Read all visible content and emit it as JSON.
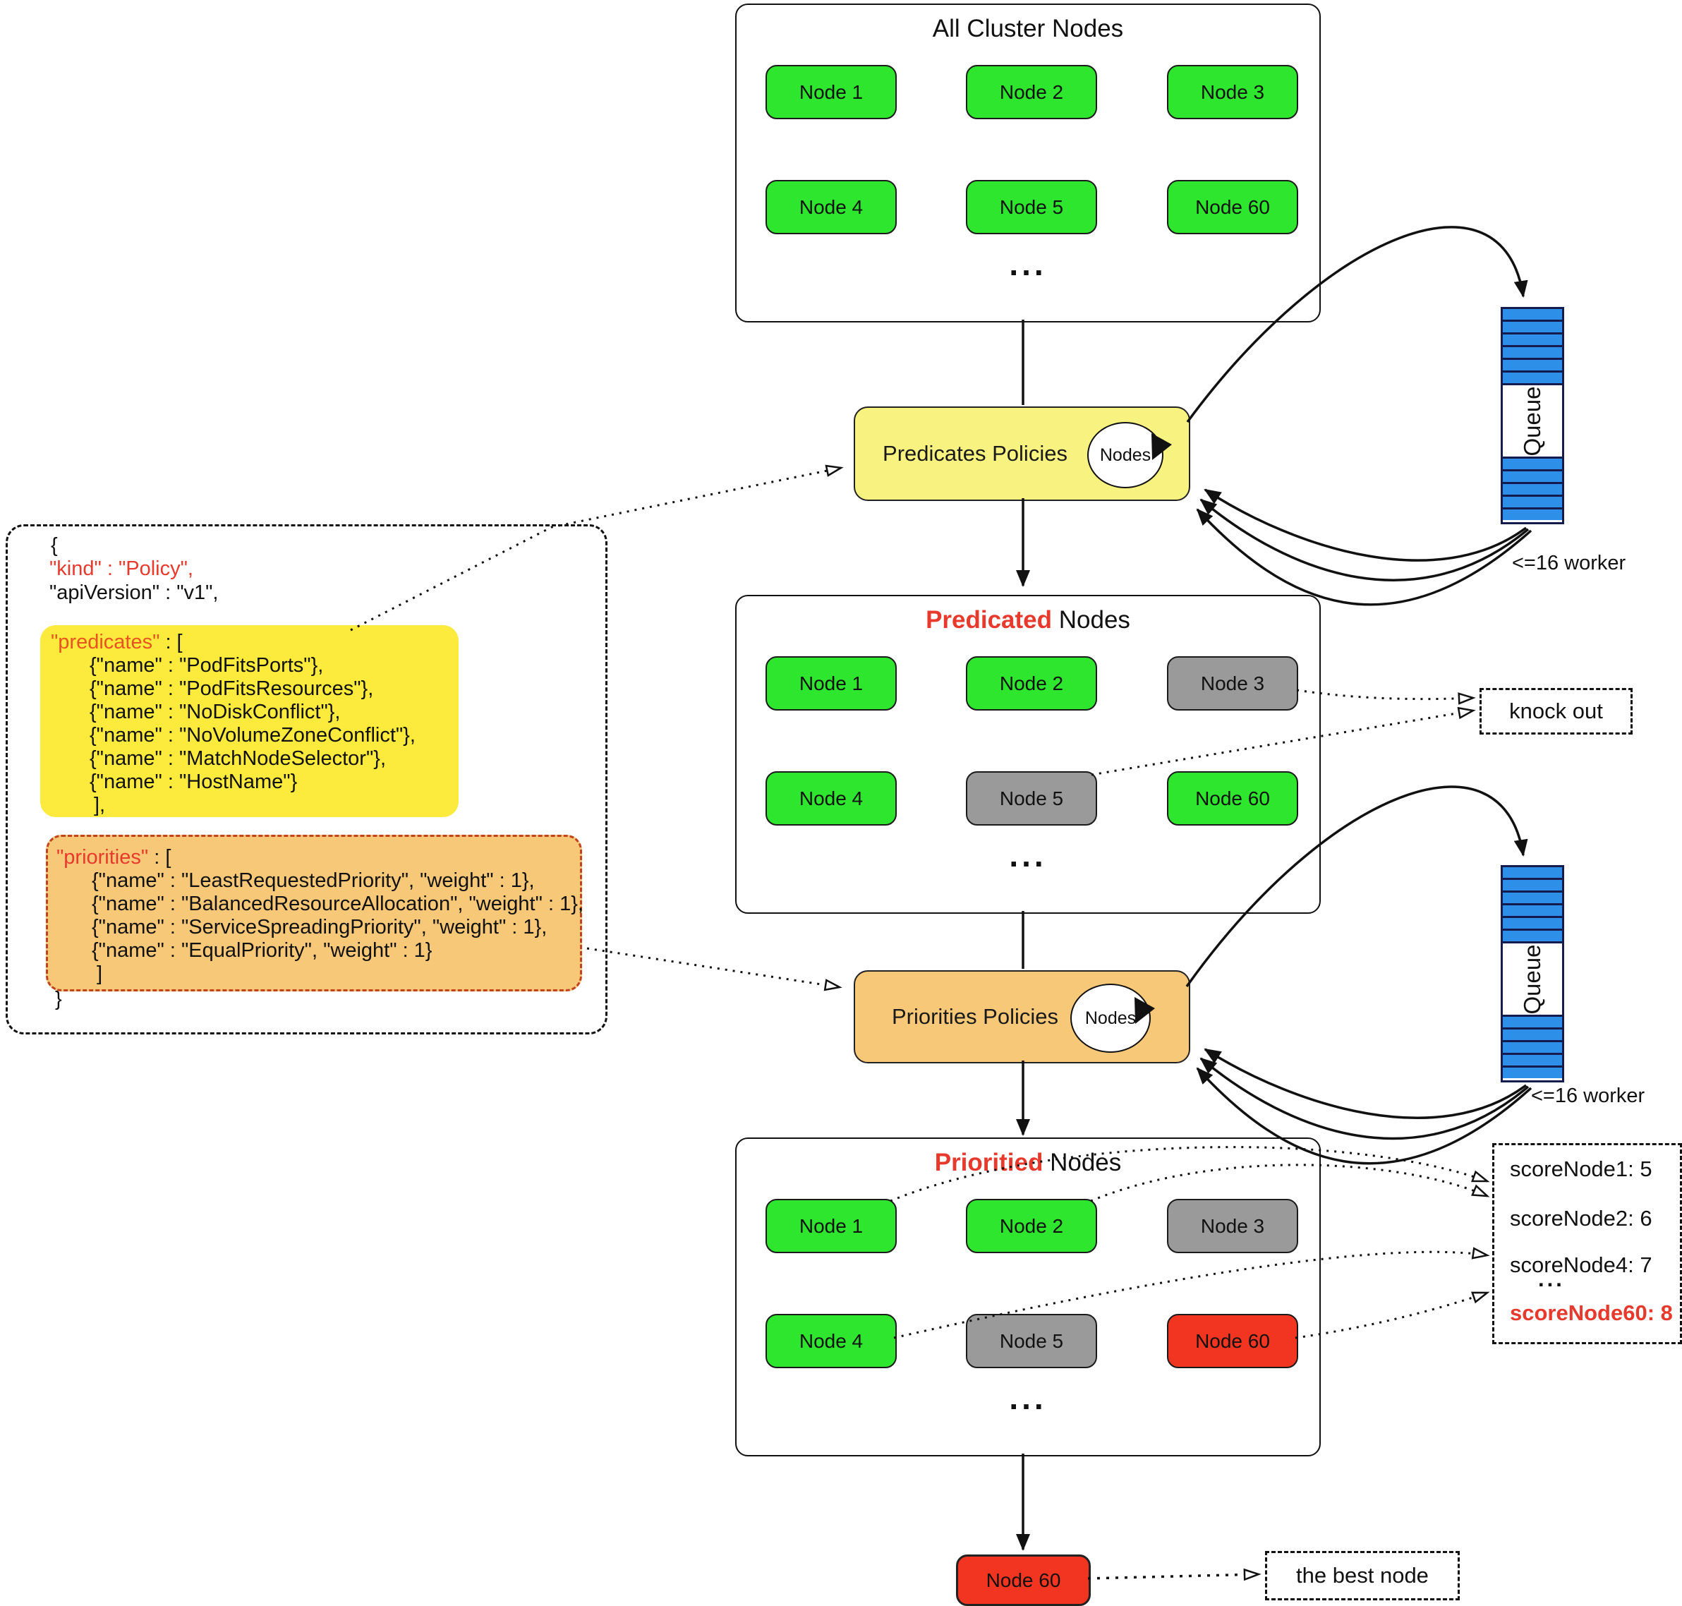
{
  "colors": {
    "green": "#2ee62e",
    "gray": "#9a9a9a",
    "red_node": "#f23520",
    "blue": "#2e8fe8",
    "queue_border": "#141c4e",
    "yellow_box": "#f8f380",
    "yellow_hl": "#fcea3d",
    "orange": "#f7c878",
    "orange_border": "#c4431f",
    "red_text": "#e8392d",
    "orange_key": "#e8531f"
  },
  "cluster_box": {
    "title": "All Cluster Nodes",
    "ellipsis": "...",
    "nodes": [
      {
        "label": "Node 1"
      },
      {
        "label": "Node 2"
      },
      {
        "label": "Node 3"
      },
      {
        "label": "Node 4"
      },
      {
        "label": "Node 5"
      },
      {
        "label": "Node 60"
      }
    ]
  },
  "predicates_policy": {
    "label": "Predicates Policies",
    "loop_label": "Nodes"
  },
  "queue1": {
    "label": "Queue",
    "worker": "<=16 worker"
  },
  "predicated_box": {
    "title_red": "Predicated",
    "title_rest": " Nodes",
    "ellipsis": "...",
    "nodes": [
      {
        "label": "Node 1"
      },
      {
        "label": "Node 2"
      },
      {
        "label": "Node 3"
      },
      {
        "label": "Node 4"
      },
      {
        "label": "Node 5"
      },
      {
        "label": "Node 60"
      }
    ]
  },
  "knock_out": {
    "label": "knock out"
  },
  "priorities_policy": {
    "label": "Priorities Policies",
    "loop_label": "Nodes"
  },
  "queue2": {
    "label": "Queue",
    "worker": "<=16 worker"
  },
  "prioritied_box": {
    "title_red": "Prioritied",
    "title_rest": " Nodes",
    "ellipsis": "...",
    "nodes": [
      {
        "label": "Node 1"
      },
      {
        "label": "Node 2"
      },
      {
        "label": "Node 3"
      },
      {
        "label": "Node 4"
      },
      {
        "label": "Node 5"
      },
      {
        "label": "Node 60"
      }
    ]
  },
  "scores": {
    "lines": [
      "scoreNode1: 5",
      "scoreNode2: 6",
      "scoreNode4: 7",
      "...",
      "scoreNode60: 8"
    ]
  },
  "result": {
    "node_label": "Node 60",
    "best_label": "the best node"
  },
  "policy": {
    "open": "{",
    "kind_line": "\"kind\" : \"Policy\",",
    "api_line": "\"apiVersion\" : \"v1\",",
    "predicates": {
      "key": "\"predicates\"",
      "sep": " : [",
      "items": [
        "{\"name\" : \"PodFitsPorts\"},",
        "{\"name\" : \"PodFitsResources\"},",
        "{\"name\" : \"NoDiskConflict\"},",
        "{\"name\" : \"NoVolumeZoneConflict\"},",
        "{\"name\" : \"MatchNodeSelector\"},",
        "{\"name\" : \"HostName\"}"
      ],
      "close": "],"
    },
    "priorities": {
      "key": "\"priorities\"",
      "sep": " : [",
      "items": [
        "{\"name\" : \"LeastRequestedPriority\", \"weight\" : 1},",
        "{\"name\" : \"BalancedResourceAllocation\", \"weight\" : 1},",
        "{\"name\" : \"ServiceSpreadingPriority\", \"weight\" : 1},",
        "{\"name\" : \"EqualPriority\", \"weight\" : 1}"
      ],
      "close": "]"
    },
    "close": "}"
  }
}
